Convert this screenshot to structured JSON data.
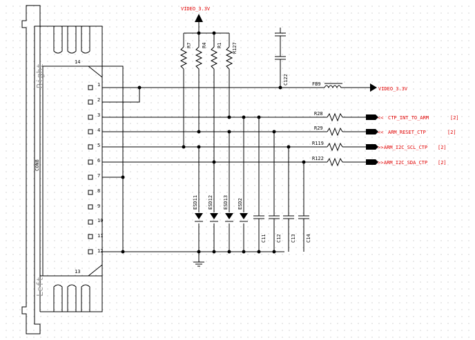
{
  "connector": {
    "refdes": "CON8",
    "side_top": "Right",
    "side_bottom": "Left",
    "pins": [
      "1",
      "2",
      "3",
      "4",
      "5",
      "6",
      "7",
      "8",
      "9",
      "10",
      "11",
      "12"
    ],
    "mount_pins": [
      "14",
      "13"
    ]
  },
  "power": {
    "top_net": "VIDEO_3.3V",
    "right_net": "VIDEO_3.3V"
  },
  "pullups": [
    "R7",
    "R4",
    "R1",
    "R127"
  ],
  "capacitors": {
    "supply": "C122",
    "filters": [
      "C11",
      "C12",
      "C13",
      "C14"
    ]
  },
  "ferrite": "FB9",
  "series_resistors": [
    "R28",
    "R29",
    "R119",
    "R122"
  ],
  "esd_diodes": [
    "ESD11",
    "ESD12",
    "ESD13",
    "ESD2"
  ],
  "nets": [
    {
      "name": "CTP_INT_TO_ARM",
      "ref": "[2]"
    },
    {
      "name": "ARM_RESET_CTP",
      "ref": "[2]"
    },
    {
      "name": "ARM_I2C_SCL_CTP",
      "ref": "[2]"
    },
    {
      "name": "ARM_I2C_SDA_CTP",
      "ref": "[2]"
    }
  ],
  "colors": {
    "wire": "#000000",
    "net_label": "#e00000",
    "grid": "#b8b8b8",
    "silk": "#9a9a9a"
  }
}
